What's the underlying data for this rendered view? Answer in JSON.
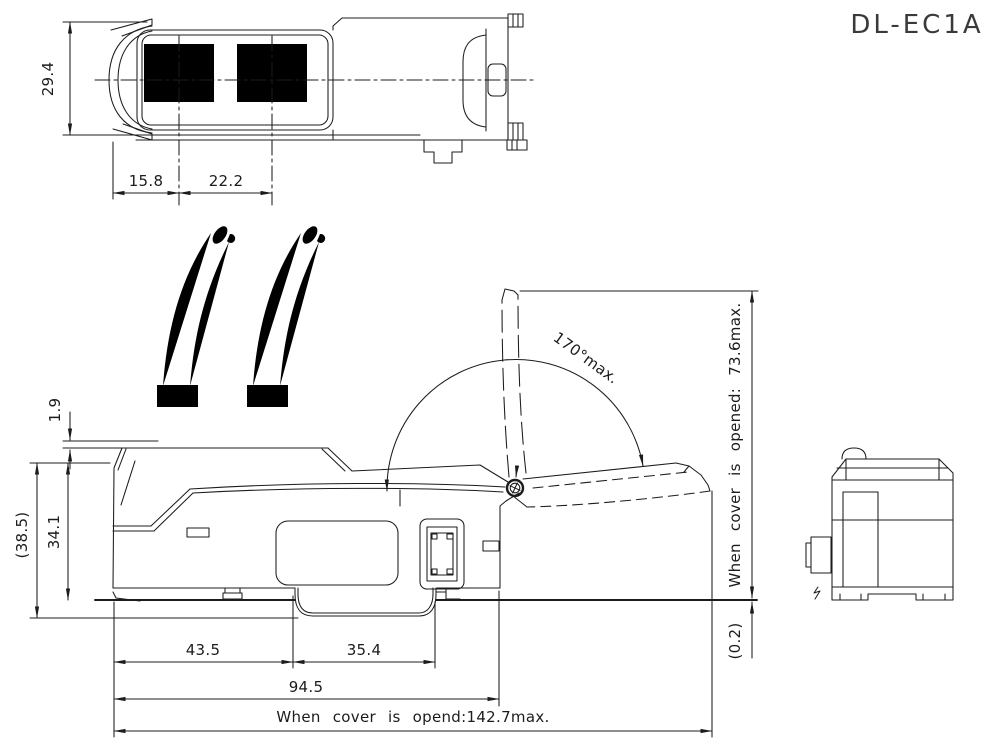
{
  "title": "DL-EC1A",
  "front_view": {
    "dims": {
      "height": "29.4",
      "left_port_offset": "15.8",
      "port_pitch": "22.2"
    }
  },
  "side_view": {
    "dims": {
      "top_step": "1.9",
      "body_height": "34.1",
      "overall_height_ref": "(38.5)",
      "front_section": "43.5",
      "rear_section": "35.4",
      "overall_length": "94.5",
      "open_length_note": "When cover is opend:142.7max.",
      "open_height_note": "When cover is opened: 73.6max.",
      "open_angle": "170°max.",
      "mount_gap_ref": "(0.2)"
    }
  }
}
